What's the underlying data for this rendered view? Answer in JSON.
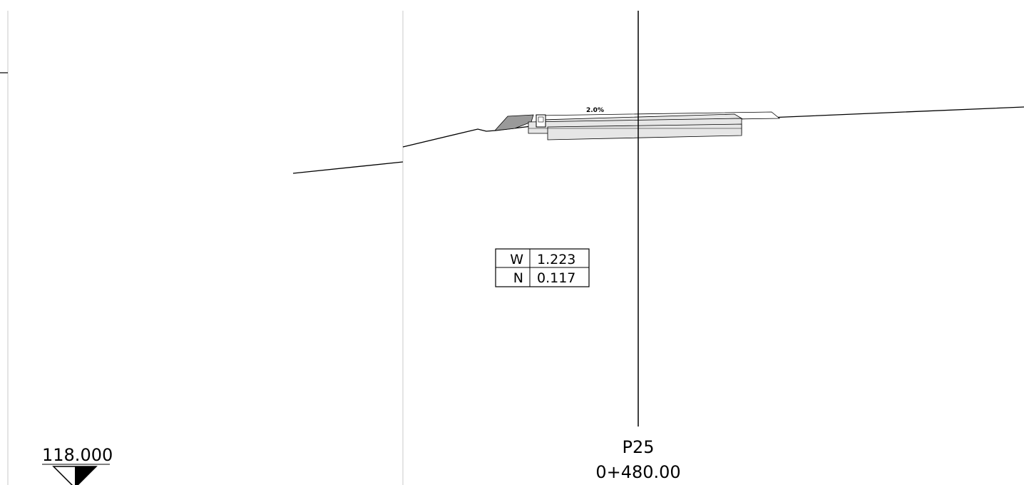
{
  "cross_section": {
    "slope_label": "2.0%",
    "station_name": "P25",
    "station_chainage": "0+480.00",
    "elevation_label": "118.000",
    "quantities": [
      {
        "code": "W",
        "value": "1.223"
      },
      {
        "code": "N",
        "value": "0.117"
      }
    ]
  },
  "colors": {
    "line": "#000000",
    "viewport_border": "#c8c8c8",
    "pavement_fill": "#e6e6e6",
    "shoulder_fill": "#9a9a9a",
    "background": "#ffffff"
  }
}
